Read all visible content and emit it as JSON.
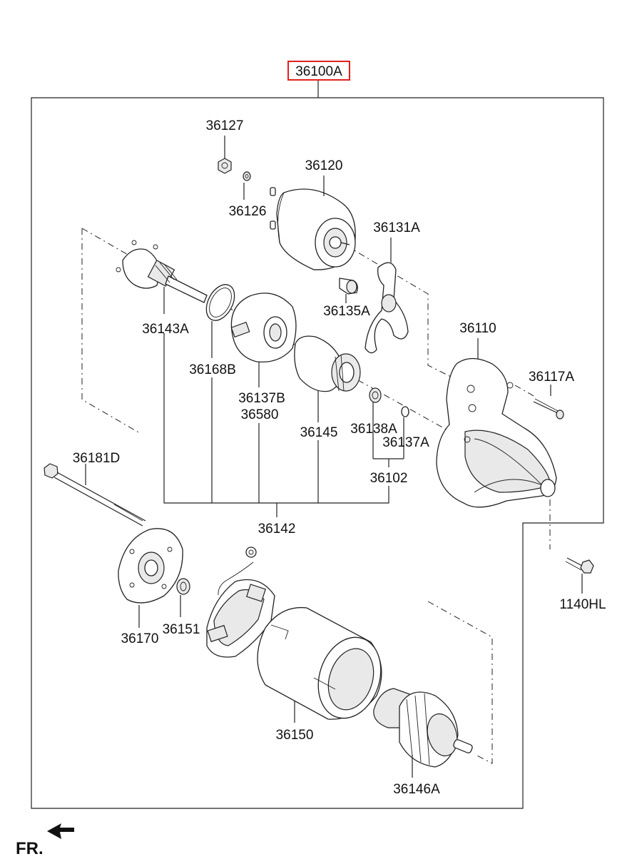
{
  "assembly": {
    "number": "36100A",
    "highlight_color": "#e0211b"
  },
  "labels": {
    "p36127": "36127",
    "p36126": "36126",
    "p36120": "36120",
    "p36131A": "36131A",
    "p36135A": "36135A",
    "p36143A": "36143A",
    "p36168B": "36168B",
    "p36137B": "36137B",
    "p36580": "36580",
    "p36145": "36145",
    "p36138A": "36138A",
    "p36137A": "36137A",
    "p36102": "36102",
    "p36110": "36110",
    "p36117A": "36117A",
    "p36181D": "36181D",
    "p36142": "36142",
    "p1140HL": "1140HL",
    "p36170": "36170",
    "p36151": "36151",
    "p36150": "36150",
    "p36146A": "36146A"
  },
  "direction": {
    "label": "FR."
  }
}
